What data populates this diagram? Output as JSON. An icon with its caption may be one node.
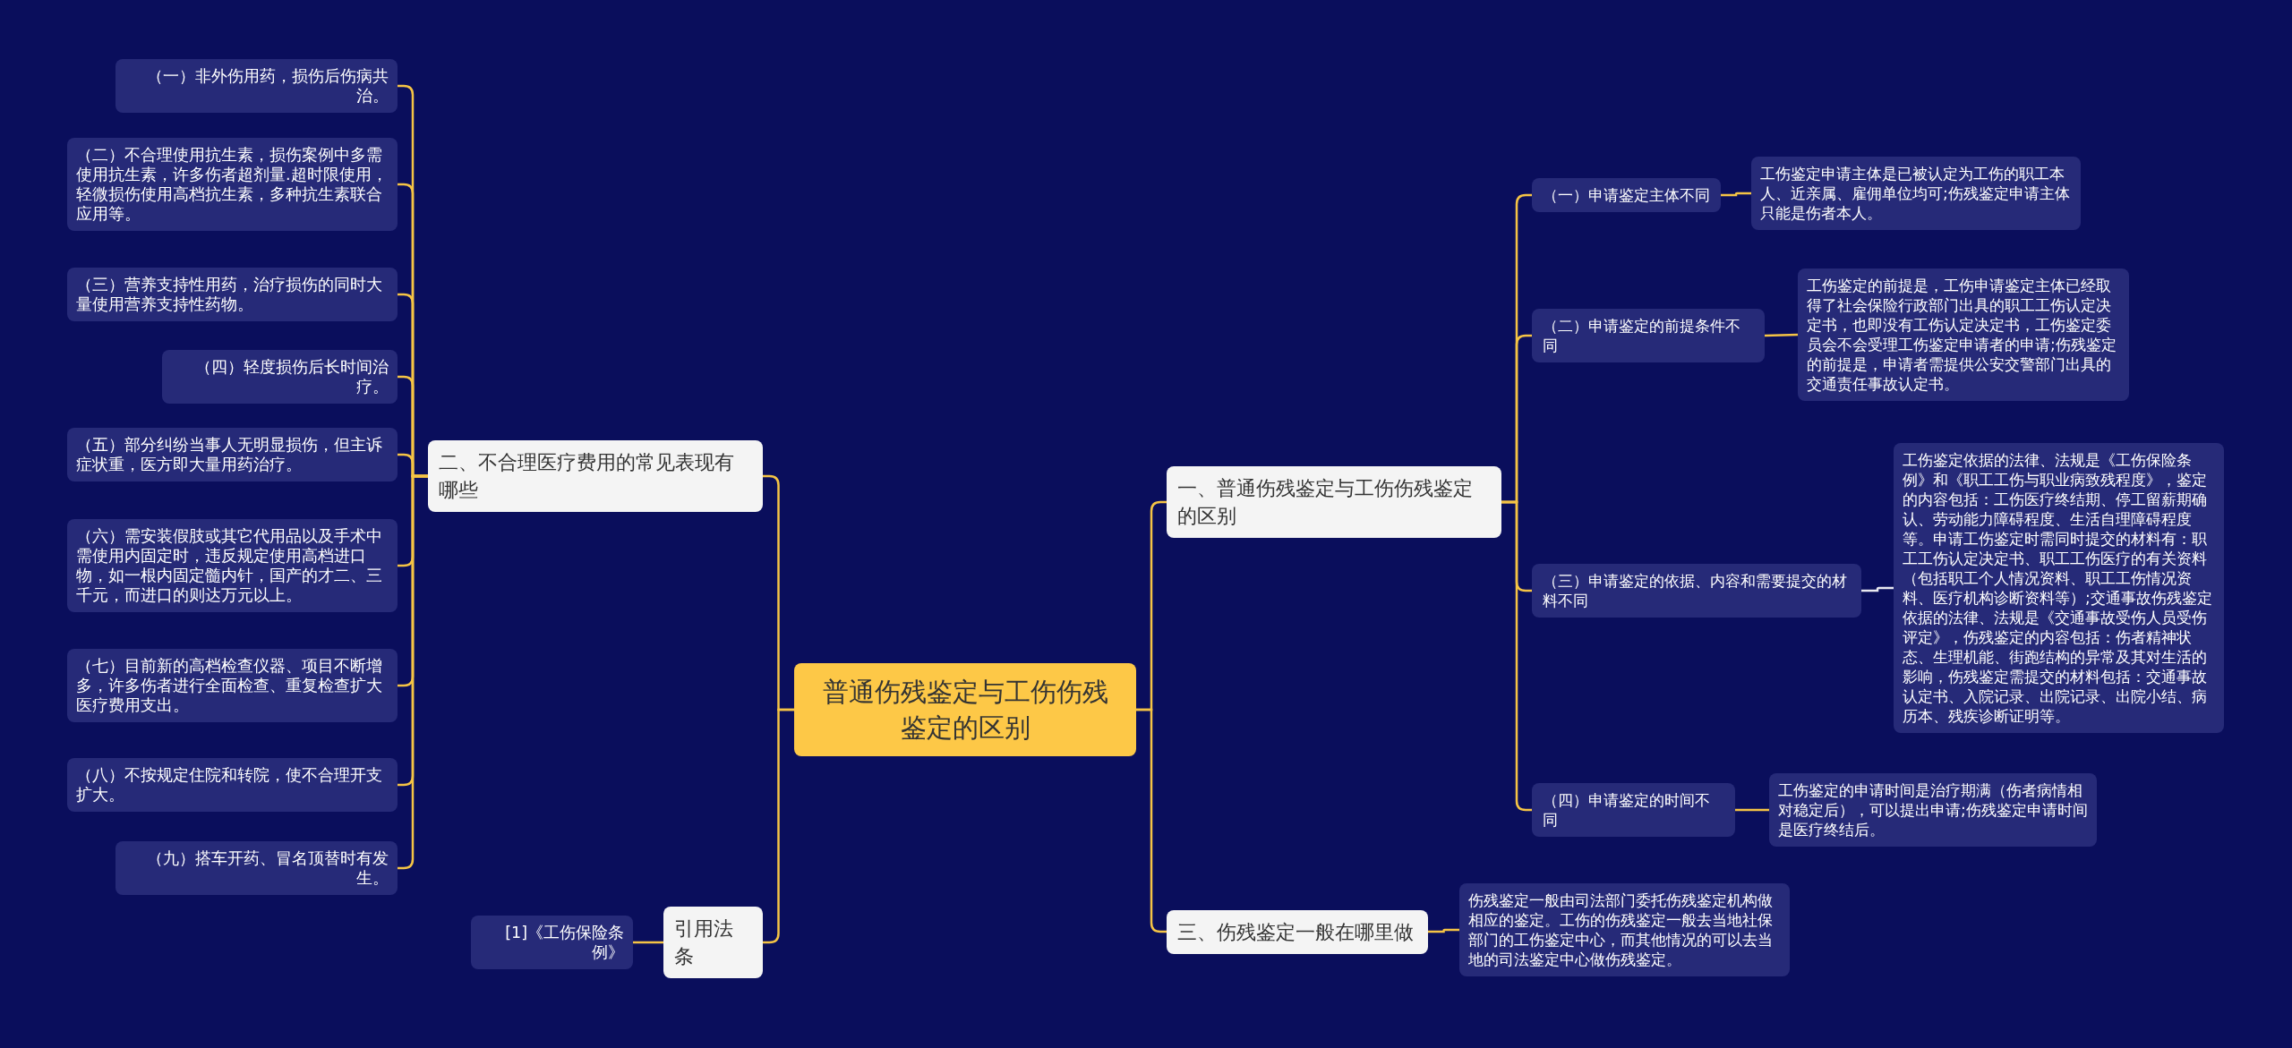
{
  "diagram": {
    "nodes": [
      {
        "text": [
          "普通伤残鉴定与工伤伤残鉴定的区别"
        ]
      },
      {
        "text": [
          "一、普通伤残鉴定与工伤伤残鉴定的区别"
        ]
      },
      {
        "text": [
          "（一）申请鉴定主体不同"
        ]
      },
      {
        "text": [
          "工伤鉴定申请主体是已被认定为工伤的职工本人、近亲属、雇佣单位均可;伤残鉴定申请主体只能是伤者本人。"
        ]
      },
      {
        "text": [
          "（二）申请鉴定的前提条件不同"
        ]
      },
      {
        "text": [
          "工伤鉴定的前提是，工伤申请鉴定主体已经取得了社会保险行政部门出具的职工工伤认定决定书，也即没有工伤认定决定书，工伤鉴定委员会不会受理工伤鉴定申请者的申请;伤残鉴定的前提是，申请者需提供公安交警部门出具的交通责任事故认定书。"
        ]
      },
      {
        "text": [
          "（三）申请鉴定的依据、内容和需要提交的材料不同"
        ]
      },
      {
        "text": [
          "工伤鉴定依据的法律、法规是《工伤保险条例》和《职工工伤与职业病致残程度》，鉴定的内容包括：工伤医疗终结期、停工留薪期确认、劳动能力障碍程度、生活自理障碍程度等。申请工伤鉴定时需同时提交的材料有：职工工伤认定决定书、职工工伤医疗的有关资料（包括职工个人情况资料、职工工伤情况资料、医疗机构诊断资料等）;交通事故伤残鉴定依据的法律、法规是《交通事故受伤人员受伤评定》，伤残鉴定的内容包括：伤者精神状态、生理机能、街跑结构的异常及其对生活的影响，伤残鉴定需提交的材料包括：交通事故认定书、入院记录、出院记录、出院小结、病历本、残疾诊断证明等。"
        ]
      },
      {
        "text": [
          "（四）申请鉴定的时间不同"
        ]
      },
      {
        "text": [
          "工伤鉴定的申请时间是治疗期满（伤者病情相对稳定后），可以提出申请;伤残鉴定申请时间是医疗终结后。"
        ]
      },
      {
        "text": [
          "三、伤残鉴定一般在哪里做"
        ]
      },
      {
        "text": [
          "伤残鉴定一般由司法部门委托伤残鉴定机构做相应的鉴定。工伤的伤残鉴定一般去当地社保部门的工伤鉴定中心，而其他情况的可以去当地的司法鉴定中心做伤残鉴定。"
        ]
      },
      {
        "text": [
          "二、不合理医疗费用的常见表现有哪些"
        ]
      },
      {
        "text": [
          "（一）非外伤用药，损伤后伤病共治。"
        ]
      },
      {
        "text": [
          "（二）不合理使用抗生素，损伤案例中多需使用抗生素，许多伤者超剂量.超时限使用，轻微损伤使用高档抗生素，多种抗生素联合应用等。"
        ]
      },
      {
        "text": [
          "（三）营养支持性用药，治疗损伤的同时大量使用营养支持性药物。"
        ]
      },
      {
        "text": [
          "（四）轻度损伤后长时间治疗。"
        ]
      },
      {
        "text": [
          "（五）部分纠纷当事人无明显损伤，但主诉症状重，医方即大量用药治疗。"
        ]
      },
      {
        "text": [
          "（六）需安装假肢或其它代用品以及手术中需使用内固定时，违反规定使用高档进口物，如一根内固定髓内针，国产的才二、三千元，而进口的则达万元以上。"
        ]
      },
      {
        "text": [
          "（七）目前新的高档检查仪器、项目不断增多，许多伤者进行全面检查、重复检查扩大医疗费用支出。"
        ]
      },
      {
        "text": [
          "（八）不按规定住院和转院，使不合理开支扩大。"
        ]
      },
      {
        "text": [
          "（九）搭车开药、冒名顶替时有发生。"
        ]
      },
      {
        "text": [
          "引用法条"
        ]
      },
      {
        "text": [
          "[1]《工伤保险条例》"
        ]
      }
    ],
    "edges": [
      {
        "from": 0,
        "to": 1,
        "arrow": "none"
      },
      {
        "from": 1,
        "to": 2,
        "arrow": "none"
      },
      {
        "from": 2,
        "to": 3,
        "arrow": "none"
      },
      {
        "from": 1,
        "to": 4,
        "arrow": "none"
      },
      {
        "from": 4,
        "to": 5,
        "arrow": "none"
      },
      {
        "from": 1,
        "to": 6,
        "arrow": "none"
      },
      {
        "from": 6,
        "to": 7,
        "arrow": "none",
        "color": "#e8e8f0"
      },
      {
        "from": 1,
        "to": 8,
        "arrow": "none"
      },
      {
        "from": 8,
        "to": 9,
        "arrow": "none"
      },
      {
        "from": 0,
        "to": 10,
        "arrow": "none"
      },
      {
        "from": 10,
        "to": 11,
        "arrow": "none"
      },
      {
        "from": 0,
        "to": 12,
        "arrow": "none"
      },
      {
        "from": 12,
        "to": 13,
        "arrow": "none"
      },
      {
        "from": 12,
        "to": 14,
        "arrow": "none"
      },
      {
        "from": 12,
        "to": 15,
        "arrow": "none"
      },
      {
        "from": 12,
        "to": 16,
        "arrow": "none"
      },
      {
        "from": 12,
        "to": 17,
        "arrow": "none"
      },
      {
        "from": 12,
        "to": 18,
        "arrow": "none"
      },
      {
        "from": 12,
        "to": 19,
        "arrow": "none"
      },
      {
        "from": 12,
        "to": 20,
        "arrow": "none"
      },
      {
        "from": 12,
        "to": 21,
        "arrow": "none"
      },
      {
        "from": 0,
        "to": 22,
        "arrow": "none"
      },
      {
        "from": 22,
        "to": 23,
        "arrow": "none"
      }
    ]
  }
}
